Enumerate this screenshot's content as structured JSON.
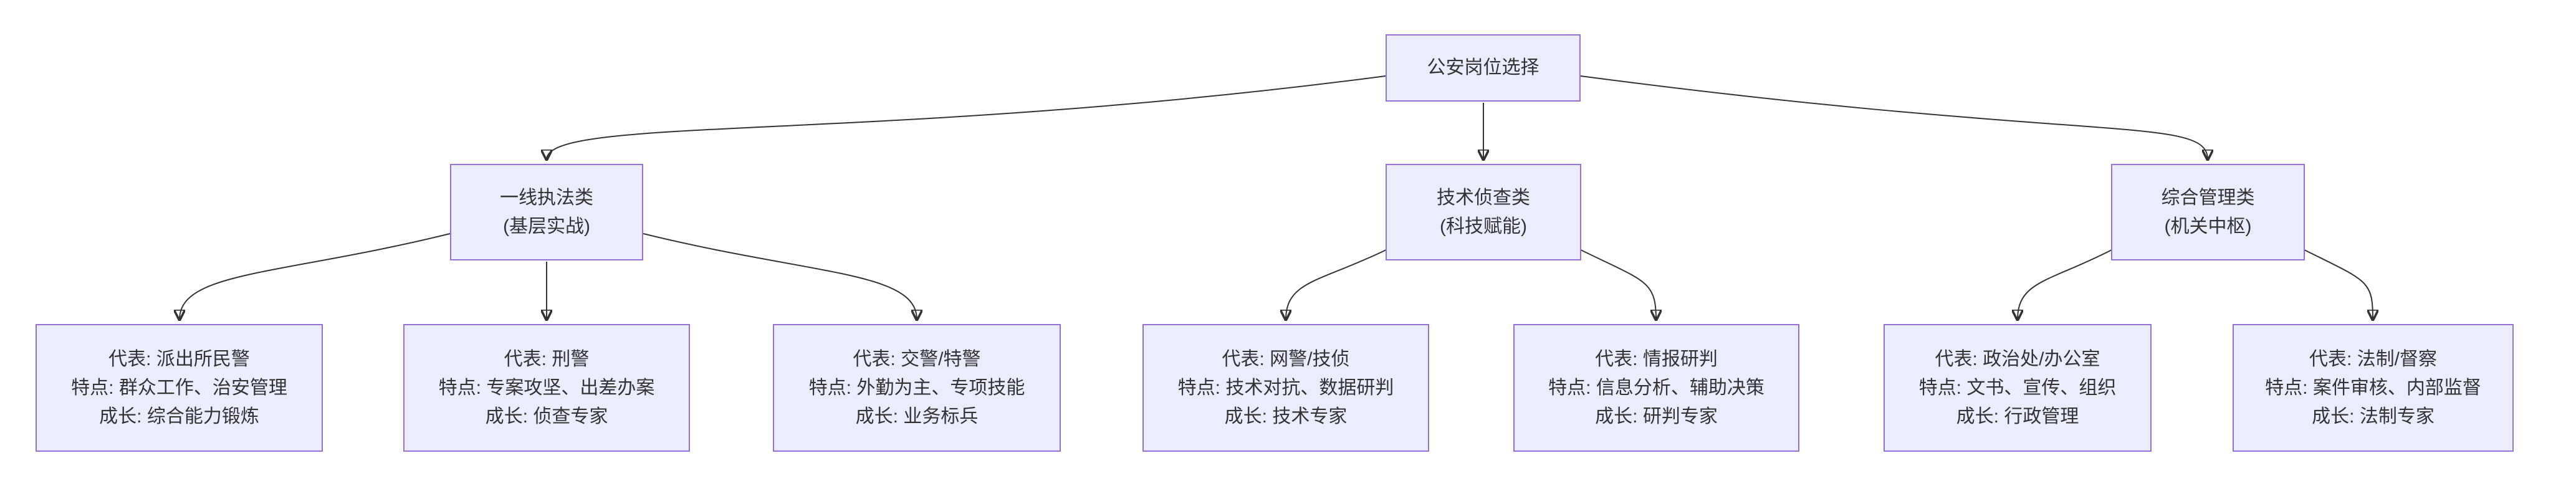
{
  "diagram": {
    "title": "公安岗位选择",
    "colors": {
      "node-fill": "#ECECFF",
      "node-border": "#9370DB",
      "edge": "#333333",
      "text": "#333333",
      "canvas": "#ffffff"
    },
    "root": {
      "label": "公安岗位选择"
    },
    "categories": [
      {
        "line1": "一线执法类",
        "line2": "(基层实战)"
      },
      {
        "line1": "技术侦查类",
        "line2": "(科技赋能)"
      },
      {
        "line1": "综合管理类",
        "line2": "(机关中枢)"
      }
    ],
    "leaves": [
      {
        "line1": "代表: 派出所民警",
        "line2": "特点: 群众工作、治安管理",
        "line3": "成长: 综合能力锻炼"
      },
      {
        "line1": "代表: 刑警",
        "line2": "特点: 专案攻坚、出差办案",
        "line3": "成长: 侦查专家"
      },
      {
        "line1": "代表: 交警/特警",
        "line2": "特点: 外勤为主、专项技能",
        "line3": "成长: 业务标兵"
      },
      {
        "line1": "代表: 网警/技侦",
        "line2": "特点: 技术对抗、数据研判",
        "line3": "成长: 技术专家"
      },
      {
        "line1": "代表: 情报研判",
        "line2": "特点: 信息分析、辅助决策",
        "line3": "成长: 研判专家"
      },
      {
        "line1": "代表: 政治处/办公室",
        "line2": "特点: 文书、宣传、组织",
        "line3": "成长: 行政管理"
      },
      {
        "line1": "代表: 法制/督察",
        "line2": "特点: 案件审核、内部监督",
        "line3": "成长: 法制专家"
      }
    ]
  }
}
